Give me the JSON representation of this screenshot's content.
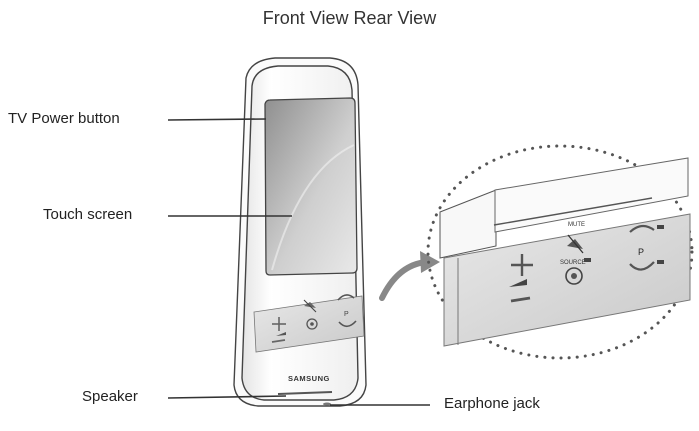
{
  "title": "Front View Rear View",
  "labels": {
    "power": "TV Power button",
    "touch": "Touch screen",
    "speaker": "Speaker",
    "earphone": "Earphone jack"
  },
  "remote": {
    "brand": "SAMSUNG",
    "mute_label": "MUTE",
    "source_label": "SOURCE",
    "channel_label": "P"
  },
  "colors": {
    "outline": "#444444",
    "body": "#f7f7f7",
    "screen": "#b9b9b9",
    "panel": "#dcdcdc",
    "dots": "#555555"
  },
  "icons": [
    "power-icon",
    "plus-icon",
    "minus-icon",
    "volume-ramp-icon",
    "mute-icon",
    "source-icon",
    "channel-up-icon",
    "channel-down-icon",
    "curved-arrow-icon"
  ]
}
